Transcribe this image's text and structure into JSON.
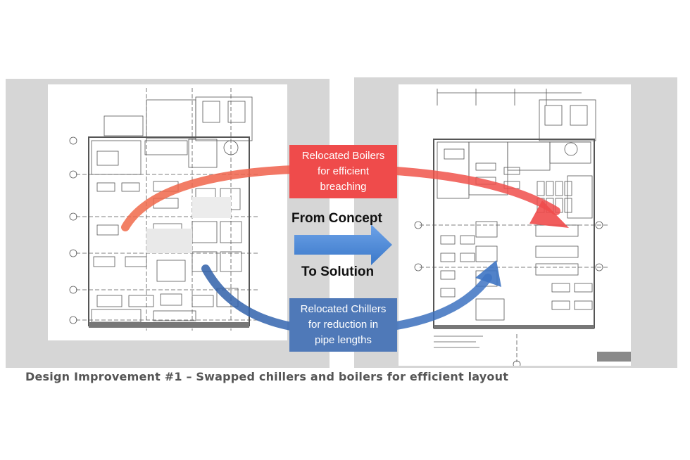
{
  "diagram": {
    "boiler_callout": {
      "lines": [
        "Relocated Boilers",
        "for efficient",
        "breaching"
      ],
      "color": "#ef4b4b"
    },
    "chiller_callout": {
      "lines": [
        "Relocated Chillers",
        "for reduction in",
        "pipe lengths"
      ],
      "color": "#4f79b8"
    },
    "from_label": "From Concept",
    "to_label": "To Solution",
    "center_arrow_color": "#4a86d4",
    "caption": "Design Improvement #1 – Swapped chillers and boilers for efficient layout"
  }
}
